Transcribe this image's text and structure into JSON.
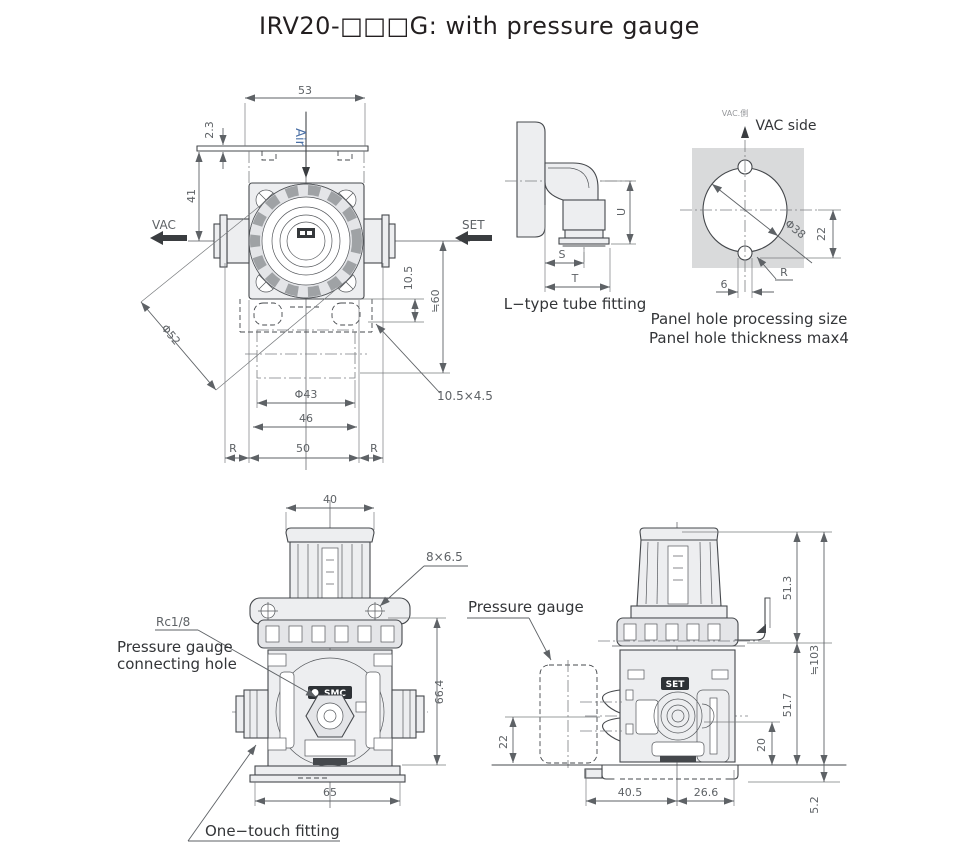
{
  "title": "IRV20-□□□G:  with pressure gauge",
  "top_view": {
    "w53": "53",
    "t23": "2.3",
    "h41": "41",
    "air": "Air",
    "vac": "VAC",
    "set": "SET",
    "d52": "Φ52",
    "h105": "10.5",
    "h60": "≒60",
    "d43": "Φ43",
    "w46": "46",
    "w50": "50",
    "r1": "R",
    "r2": "R",
    "slot": "10.5×4.5"
  },
  "l_fitting": {
    "s": "S",
    "t": "T",
    "u": "U",
    "caption": "L−type tube fitting"
  },
  "panel": {
    "vac_jp": "VAC.側",
    "vac_side": "VAC side",
    "d38": "Φ38",
    "h22": "22",
    "w6": "6",
    "r": "R",
    "caption1": "Panel hole processing size",
    "caption2": "Panel hole thickness max4"
  },
  "front_view": {
    "w40": "40",
    "slot8": "8×6.5",
    "rc": "Rc1/8",
    "gauge1": "Pressure gauge",
    "gauge2": "connecting hole",
    "h664": "66.4",
    "w65": "65",
    "one_touch": "One−touch fitting",
    "logo": "SMC"
  },
  "side_view": {
    "gauge": "Pressure gauge",
    "set": "SET",
    "h513": "51.3",
    "h103": "≒103",
    "h517": "51.7",
    "h20": "20",
    "h22": "22",
    "w405": "40.5",
    "w266": "26.6",
    "h52": "5.2"
  },
  "colors": {
    "line": "#45484c",
    "dim_text": "#5e6266",
    "fill_light": "#edeef0",
    "panel_fill": "#d9dadb",
    "air_label": "#4a6fa5",
    "badge_dark": "#2e3236"
  }
}
